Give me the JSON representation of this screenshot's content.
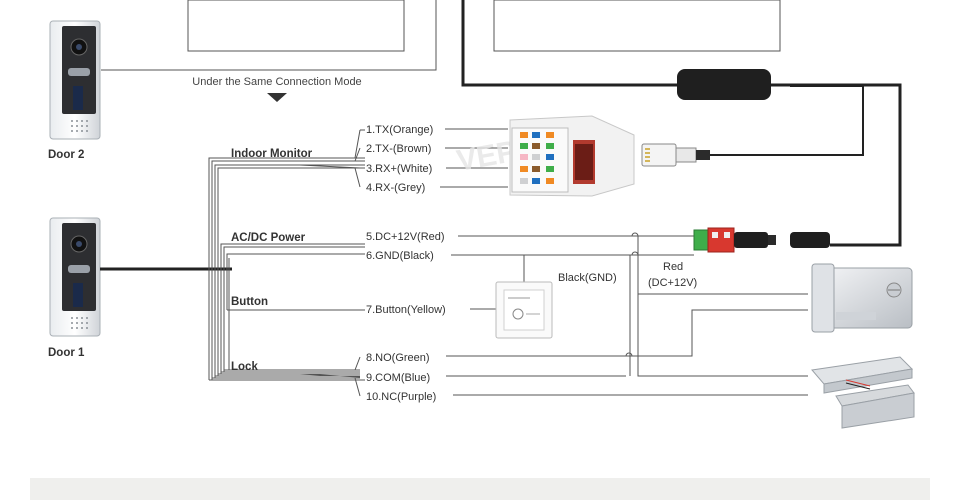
{
  "connection_mode_note": "Under the Same Connection Mode",
  "doors": [
    {
      "label": "Door 2"
    },
    {
      "label": "Door 1"
    }
  ],
  "groups": {
    "indoor_monitor": "Indoor Monitor",
    "power": "AC/DC Power",
    "button": "Button",
    "lock": "Lock"
  },
  "wires": [
    "1.TX(Orange)",
    "2.TX-(Brown)",
    "3.RX+(White)",
    "4.RX-(Grey)",
    "5.DC+12V(Red)",
    "6.GND(Black)",
    "7.Button(Yellow)",
    "8.NO(Green)",
    "9.COM(Blue)",
    "10.NC(Purple)"
  ],
  "annotations": {
    "black_gnd": "Black(GND)",
    "red": "Red",
    "dc12v": "(DC+12V)"
  },
  "watermark": "VEPASE",
  "colors": {
    "line": "#444444",
    "panel_body": "#c9ced4",
    "panel_face": "#2c2c2e",
    "connector_red": "#d8382f",
    "connector_green": "#3fae4a",
    "keystone_white": "#f3f3f3"
  }
}
